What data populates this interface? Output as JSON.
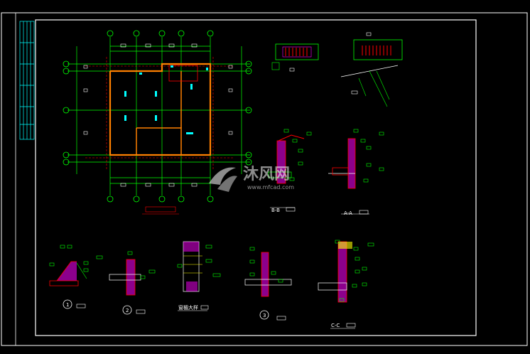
{
  "drawing": {
    "plan_title": "",
    "section_bb": "B-B",
    "section_aa": "A-A",
    "section_cc": "C-C",
    "detail_1": "1",
    "detail_2": "2",
    "detail_3": "3",
    "detail_label": "窗楣大样"
  },
  "watermark": {
    "brand": "沐风网",
    "url": "www.mfcad.com"
  },
  "colors": {
    "background": "#000000",
    "frame": "#ffffff",
    "grid": "#00ff00",
    "wall": "#ff8000",
    "dim_red": "#ff0000",
    "accent": "#00ffff",
    "hatch": "#ff00ff",
    "note": "#ffff00"
  }
}
